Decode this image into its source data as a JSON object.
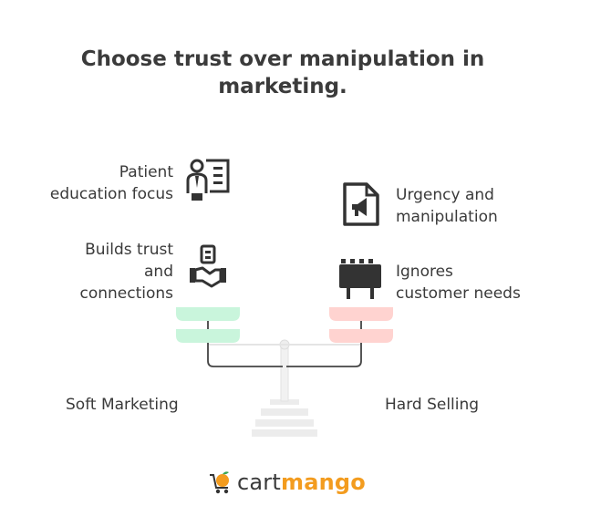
{
  "title": {
    "line1": "Choose trust over manipulation in",
    "line2": "marketing."
  },
  "left": {
    "side_label": "Soft Marketing",
    "items": [
      {
        "lines": [
          "Patient",
          "education focus"
        ],
        "icon": "teacher-board-icon"
      },
      {
        "lines": [
          "Builds trust",
          "and",
          "connections"
        ],
        "icon": "handshake-icon"
      }
    ],
    "pan_color": "#c9f5dc"
  },
  "right": {
    "side_label": "Hard Selling",
    "items": [
      {
        "lines": [
          "Urgency and",
          "manipulation"
        ],
        "icon": "megaphone-document-icon"
      },
      {
        "lines": [
          "Ignores",
          "customer needs"
        ],
        "icon": "billboard-icon"
      }
    ],
    "pan_color": "#ffd3d0"
  },
  "logo": {
    "part1": "cart",
    "part2": "mango",
    "accent": "#f39c1f"
  }
}
